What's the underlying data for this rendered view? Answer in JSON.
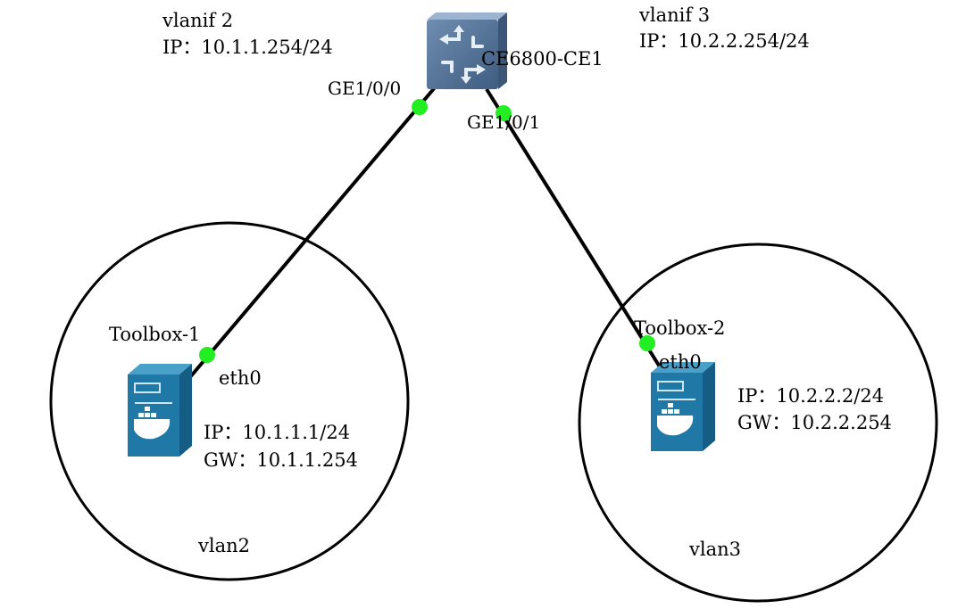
{
  "colors": {
    "link": "#000000",
    "port_dot": "#22ee22",
    "switch_body": "#4f6e92",
    "server_body": "#1f78a6",
    "zone_outline": "#000000"
  },
  "switch": {
    "name": "CE6800-CE1",
    "icon": "switch-icon",
    "ports": [
      {
        "name": "GE1/0/0"
      },
      {
        "name": "GE1/0/1"
      }
    ],
    "vlanifs": [
      {
        "name": "vlanif 2",
        "ip": "IP：10.1.1.254/24"
      },
      {
        "name": "vlanif 3",
        "ip": "IP：10.2.2.254/24"
      }
    ]
  },
  "hosts": [
    {
      "name": "Toolbox-1",
      "icon": "docker-server-icon",
      "interface": "eth0",
      "ip": "IP：10.1.1.1/24",
      "gw": "GW：10.1.1.254",
      "vlan": "vlan2"
    },
    {
      "name": "Toolbox-2",
      "icon": "docker-server-icon",
      "interface": "eth0",
      "ip": "IP：10.2.2.2/24",
      "gw": "GW：10.2.2.254",
      "vlan": "vlan3"
    }
  ]
}
